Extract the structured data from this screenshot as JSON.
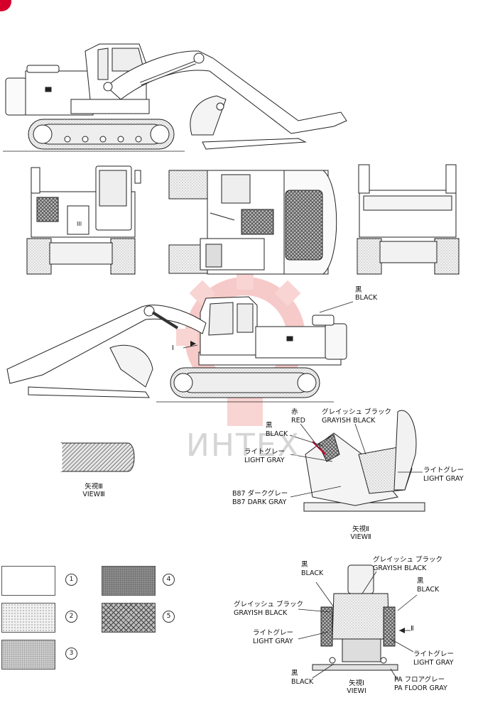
{
  "watermark": {
    "text": "ИНТЕХ",
    "color": "#e8413c"
  },
  "colors": {
    "red": "#d4002a",
    "black": "#1a1a1a",
    "grayish_black": "#5a5a5a",
    "light_gray": "#d0d0d0",
    "dark_gray": "#8a8a8a",
    "floor_gray": "#b4b4b4"
  },
  "callouts": {
    "top_black": {
      "jp": "黒",
      "en": "BLACK"
    },
    "view1_marker": "I",
    "view3_marker": "III",
    "view2_marker": "II"
  },
  "view3": {
    "jp": "矢視Ⅲ",
    "en": "VIEWⅢ"
  },
  "view2": {
    "red": {
      "jp": "赤",
      "en": "RED"
    },
    "black": {
      "jp": "黒",
      "en": "BLACK"
    },
    "grayish_black": {
      "jp": "グレイッシュ ブラック",
      "en": "GRAYISH BLACK"
    },
    "light_gray_left": {
      "jp": "ライトグレー",
      "en": "LIGHT GRAY"
    },
    "light_gray_right": {
      "jp": "ライトグレー",
      "en": "LIGHT GRAY"
    },
    "b87": {
      "jp": "B87 ダークグレー",
      "en": "B87 DARK GRAY"
    },
    "title": {
      "jp": "矢視Ⅱ",
      "en": "VIEWⅡ"
    }
  },
  "view1": {
    "grayish_black_top": {
      "jp": "グレイッシュ ブラック",
      "en": "GRAYISH BLACK"
    },
    "black_left": {
      "jp": "黒",
      "en": "BLACK"
    },
    "black_right": {
      "jp": "黒",
      "en": "BLACK"
    },
    "grayish_black_left": {
      "jp": "グレイッシュ ブラック",
      "en": "GRAYISH BLACK"
    },
    "light_gray_left": {
      "jp": "ライトグレー",
      "en": "LIGHT GRAY"
    },
    "light_gray_right": {
      "jp": "ライトグレー",
      "en": "LIGHT GRAY"
    },
    "black_bottom": {
      "jp": "黒",
      "en": "BLACK"
    },
    "floor": {
      "jp": "PA フロアグレー",
      "en": "PA FLOOR GRAY"
    },
    "arrow_marker": "Ⅱ",
    "title": {
      "jp": "矢視Ⅰ",
      "en": "VIEWⅠ"
    }
  },
  "legend": [
    {
      "num": "1",
      "pattern": "white"
    },
    {
      "num": "2",
      "pattern": "light-dots"
    },
    {
      "num": "3",
      "pattern": "medium-gray"
    },
    {
      "num": "4",
      "pattern": "dark-gray"
    },
    {
      "num": "5",
      "pattern": "crosshatch"
    }
  ]
}
